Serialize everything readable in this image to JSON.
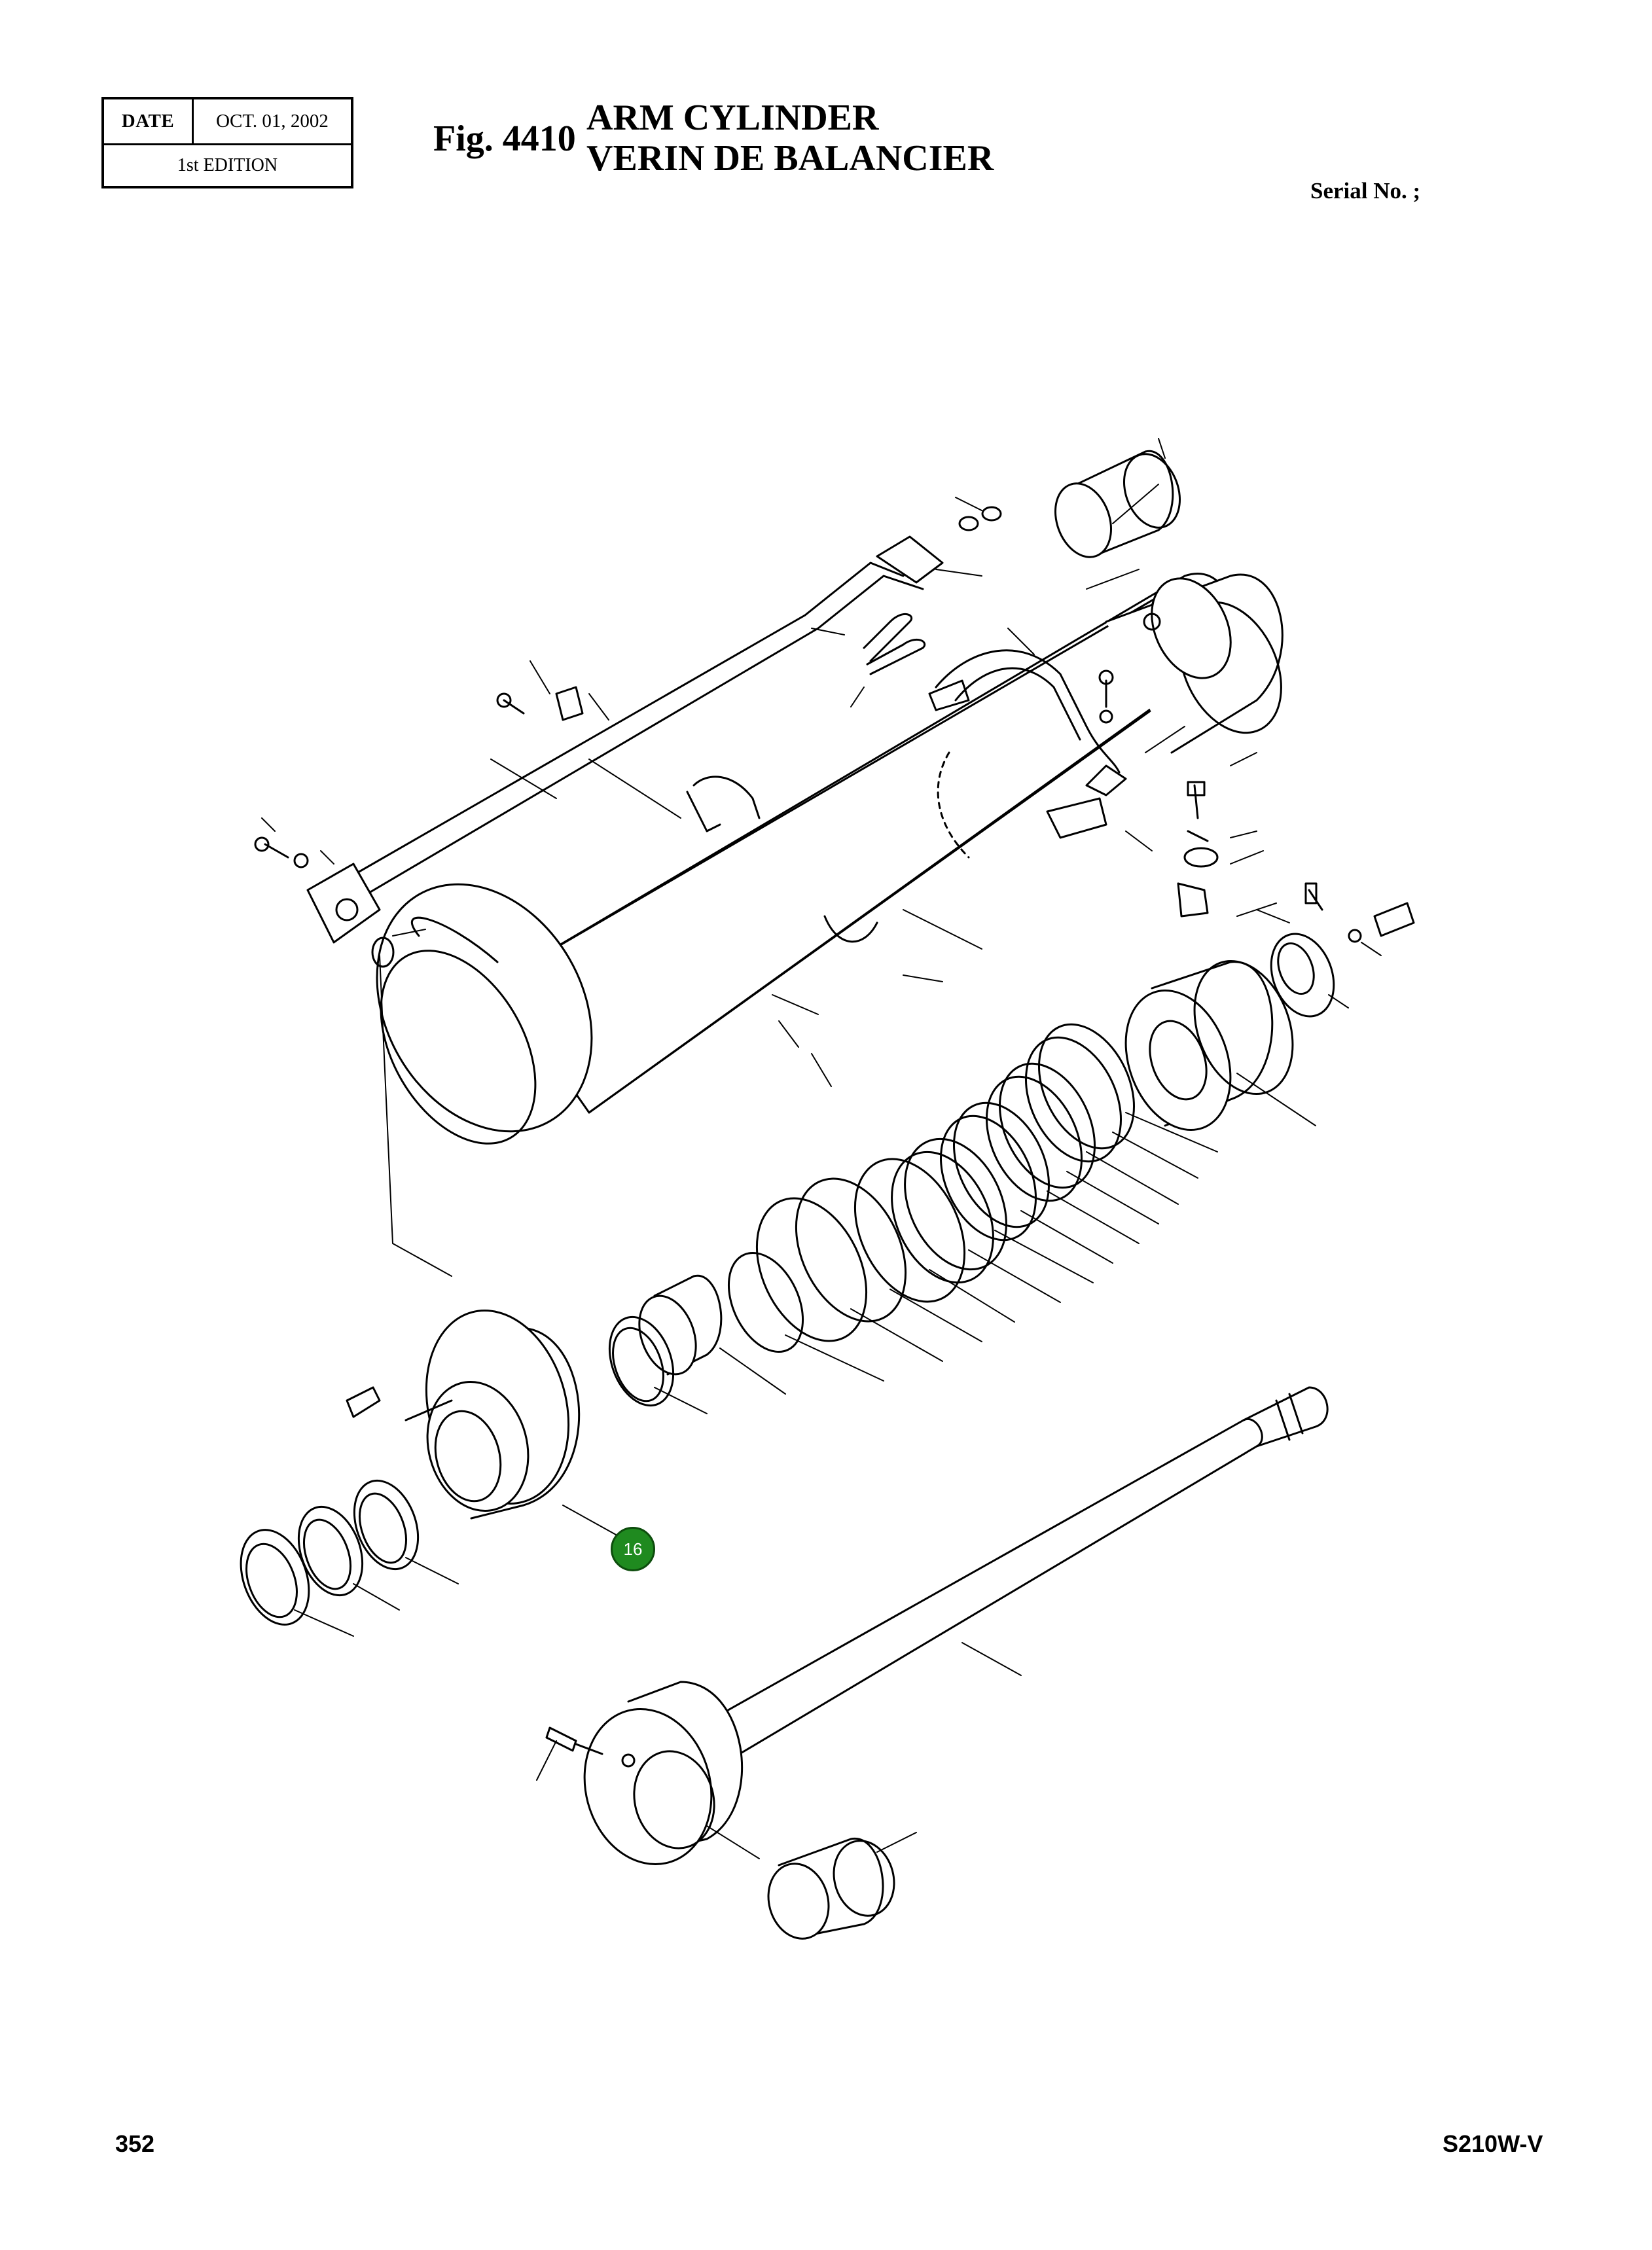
{
  "header": {
    "date_label": "DATE",
    "date_value": "OCT. 01, 2002",
    "edition": "1st EDITION",
    "fig_label": "Fig. 4410",
    "title_en": "ARM CYLINDER",
    "title_fr": "VERIN DE BALANCIER",
    "serial": "Serial No. ;"
  },
  "diagram": {
    "callouts": [
      {
        "label": "16",
        "color": "#1f8a1f"
      }
    ]
  },
  "footer": {
    "page_number": "352",
    "model": "S210W-V"
  }
}
